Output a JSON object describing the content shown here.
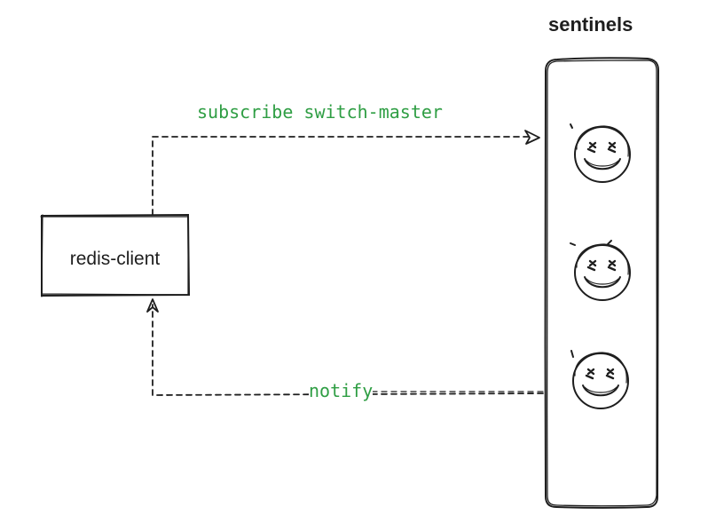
{
  "sentinels": {
    "title": "sentinels",
    "count": 3,
    "icon": "smiley-face-icon"
  },
  "client": {
    "label": "redis-client"
  },
  "arrows": {
    "subscribe_label": "subscribe switch-master",
    "notify_label": "notify"
  },
  "colors": {
    "stroke": "#1e1e1e",
    "label_green": "#2f9e44",
    "background": "#ffffff"
  }
}
